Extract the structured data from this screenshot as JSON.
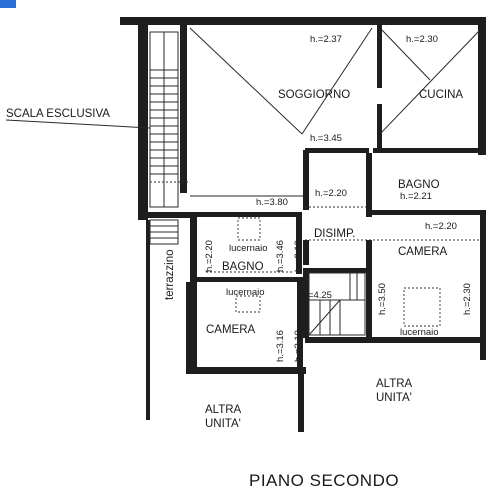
{
  "plan": {
    "title": "PIANO SECONDO",
    "stair_label": "SCALA ESCLUSIVA",
    "rooms": {
      "soggiorno": "SOGGIORNO",
      "cucina": "CUCINA",
      "bagno_right": "BAGNO",
      "disimp": "DISIMP.",
      "camera_right": "CAMERA",
      "bagno_left": "BAGNO",
      "camera_left": "CAMERA",
      "terrazzino": "terrazzino",
      "altra_unita_1": [
        "ALTRA",
        "UNITA'"
      ],
      "altra_unita_2": [
        "ALTRA",
        "UNITA'"
      ]
    },
    "skylights": {
      "bagno": "lucernaio",
      "camera_left": "lucernaio",
      "camera_right": "lucernaio"
    },
    "heights": {
      "h237": "h.=2.37",
      "h230_top": "h.=2.30",
      "h345": "h.=3.45",
      "h220_mid": "h.=2.20",
      "h380": "h.=3.80",
      "h221": "h.=2.21",
      "h220_camera": "h.=2.20",
      "h220_bagno": "h.=2.20",
      "h346": "h.=3.46",
      "h210_bagno": "h.=2.10",
      "h425": "h.=4.25",
      "h316": "h.=3.16",
      "h210_camera": "h.=2.10",
      "h350": "h.=3.50",
      "h230_right": "h.=2.30"
    }
  }
}
